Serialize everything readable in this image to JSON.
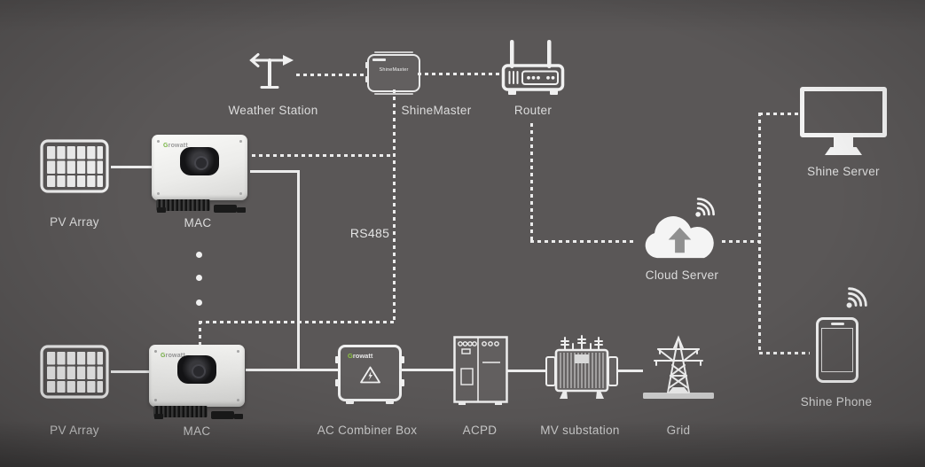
{
  "diagram_type": "solar-monitoring-system-architecture",
  "colors": {
    "background": "#5a5757",
    "line": "#ececec",
    "label_text": "#dcdcdc",
    "growatt_green": "#7ab648"
  },
  "nodes": {
    "weather_station": {
      "label": "Weather Station"
    },
    "shinemaster": {
      "label": "ShineMaster",
      "device_text": "ShineMaster"
    },
    "router": {
      "label": "Router"
    },
    "shine_server": {
      "label": "Shine Server"
    },
    "pv_array_top": {
      "label": "PV Array"
    },
    "mac_top": {
      "label": "MAC",
      "brand": "Growatt"
    },
    "cloud_server": {
      "label": "Cloud Server"
    },
    "pv_array_bottom": {
      "label": "PV Array"
    },
    "mac_bottom": {
      "label": "MAC",
      "brand": "Growatt"
    },
    "ac_combiner_box": {
      "label": "AC Combiner Box",
      "brand": "Growatt"
    },
    "acpd": {
      "label": "ACPD"
    },
    "mv_substation": {
      "label": "MV substation"
    },
    "grid": {
      "label": "Grid"
    },
    "shine_phone": {
      "label": "Shine Phone"
    }
  },
  "annotations": {
    "rs485": "RS485"
  },
  "icons": {
    "weather_station": "wind-vane-icon",
    "shinemaster": "datalogger-box-icon",
    "router": "wifi-router-icon",
    "shine_server": "desktop-monitor-icon",
    "pv_array": "solar-panel-icon",
    "mac": "inverter-icon",
    "cloud_server": "cloud-upload-icon",
    "wifi": "wifi-signal-icon",
    "ac_combiner_box": "combiner-box-icon",
    "acpd": "electrical-cabinet-icon",
    "mv_substation": "transformer-icon",
    "grid": "transmission-tower-icon",
    "shine_phone": "smartphone-icon"
  },
  "connections": {
    "solid_power": [
      "pv_array_top - mac_top",
      "mac_top - ac_bus",
      "pv_array_bottom - mac_bottom",
      "mac_bottom - ac_combiner_box",
      "ac_combiner_box - acpd",
      "acpd - mv_substation",
      "mv_substation - grid"
    ],
    "dashed_comm": [
      "weather_station - shinemaster",
      "shinemaster - router",
      "shinemaster - rs485 - mac_top",
      "shinemaster - rs485 - mac_bottom",
      "router - cloud_server",
      "cloud_server - shine_server",
      "cloud_server - shine_phone"
    ]
  }
}
